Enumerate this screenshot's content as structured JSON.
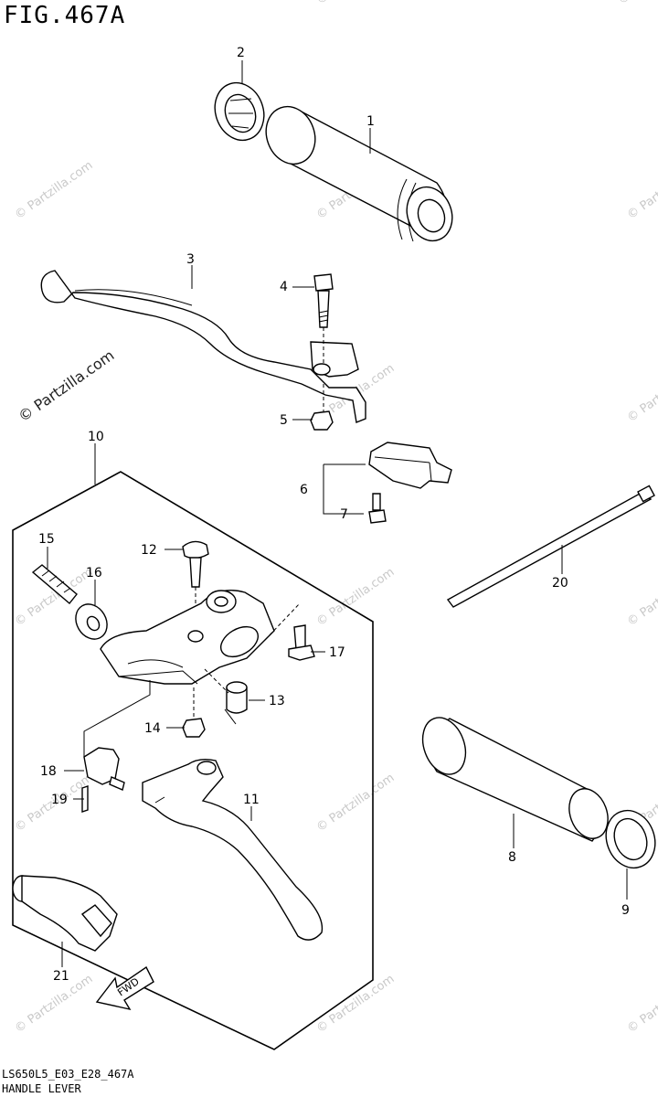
{
  "figure_title": "FIG.467A",
  "footer": {
    "code": "LS650L5_E03_E28_467A",
    "name": "HANDLE LEVER"
  },
  "watermark": {
    "text": "© Partzilla.com"
  },
  "fwd_label": "FWD",
  "callouts": [
    "1",
    "2",
    "3",
    "4",
    "5",
    "6",
    "7",
    "8",
    "9",
    "10",
    "11",
    "12",
    "13",
    "14",
    "15",
    "16",
    "17",
    "18",
    "19",
    "20",
    "21"
  ]
}
